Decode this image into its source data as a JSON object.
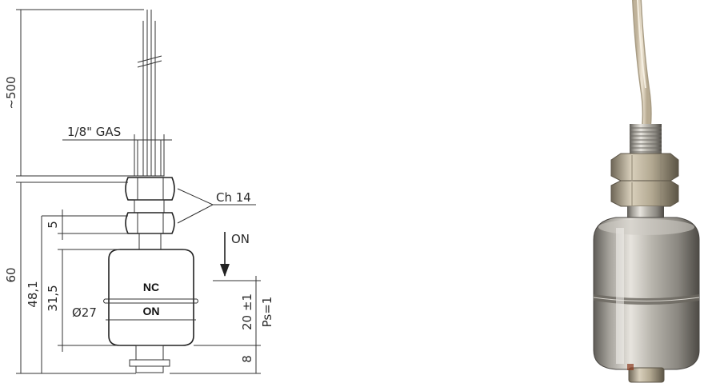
{
  "dimensions": {
    "cable_length": "~500",
    "thread": "1/8\" GAS",
    "hex": "Ch 14",
    "nut_height": "5",
    "total_height": "60",
    "float_height": "48,1",
    "float_travel": "31,5",
    "diameter": "Ø27",
    "switch_point": "20 ±1",
    "specific_gravity": "Ps=1",
    "bottom": "8"
  },
  "labels": {
    "nc": "NC",
    "on_float": "ON",
    "on_arrow": "ON"
  },
  "photo": {
    "subject": "stainless-steel-float-level-switch",
    "cable_color": "#d8cdb8",
    "body_color": "#b9b6ae"
  }
}
